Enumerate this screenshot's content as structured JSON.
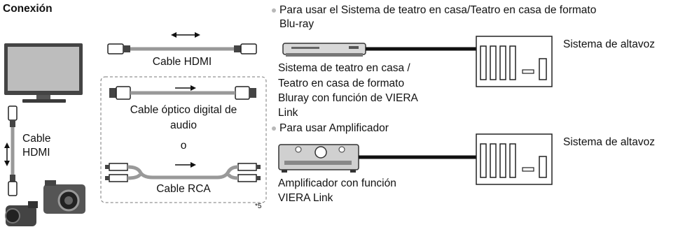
{
  "title": "Conexión",
  "labels": {
    "cable_hdmi_top": "Cable HDMI",
    "optical_line1": "Cable óptico digital de",
    "optical_line2": "audio",
    "or": "o",
    "rca": "Cable RCA",
    "cable_hdmi_left_1": "Cable",
    "cable_hdmi_left_2": "HDMI",
    "footnote": "*5",
    "home_theater_note": "Para usar el Sistema de teatro en casa/Teatro en casa de formato",
    "home_theater_note_2": "Blu-ray",
    "home_theater_desc_1": "Sistema de teatro en casa /",
    "home_theater_desc_2": "Teatro en casa de formato",
    "home_theater_desc_3": "Bluray con función de VIERA",
    "home_theater_desc_4": "Link",
    "speaker_system_1": "Sistema de altavoz",
    "amp_note": "Para usar Amplificador",
    "amp_desc_1": "Amplificador con función",
    "amp_desc_2": "VIERA Link",
    "speaker_system_2": "Sistema de altavoz"
  },
  "icons": [
    "tv-icon",
    "hdmi-connector-icon",
    "optical-connector-icon",
    "rca-connector-icon",
    "camcorder-icon",
    "camera-icon",
    "bluray-player-icon",
    "amplifier-icon",
    "speaker-system-icon"
  ]
}
